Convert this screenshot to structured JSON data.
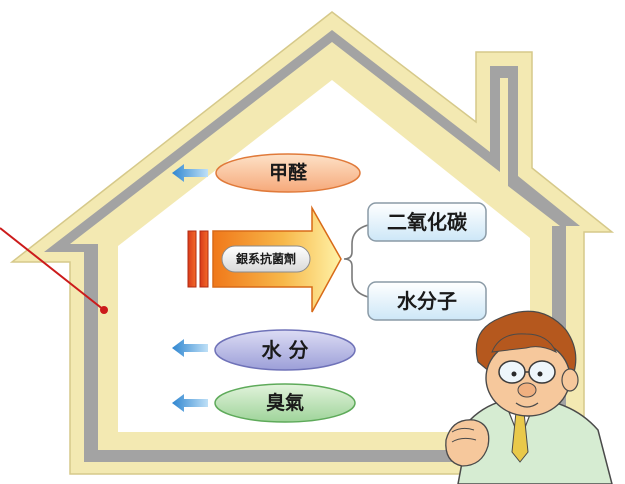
{
  "diagram": {
    "arrow_label": "銀系抗菌劑",
    "emissions": [
      {
        "label": "甲醛",
        "color": "#f6a97a"
      },
      {
        "label": "水 分",
        "color": "#9c9fd8"
      },
      {
        "label": "臭氣",
        "color": "#9fd49a"
      }
    ],
    "products": [
      {
        "label": "二氧化碳"
      },
      {
        "label": "水分子"
      }
    ]
  },
  "colors": {
    "house_outer": "#f3e9b2",
    "house_inner": "#a3a3a3",
    "small_arrow": "#5aa8e0",
    "main_arrow_start": "#f08a20",
    "main_arrow_end": "#fff1a0",
    "pointer_line": "#cc1b1b"
  }
}
